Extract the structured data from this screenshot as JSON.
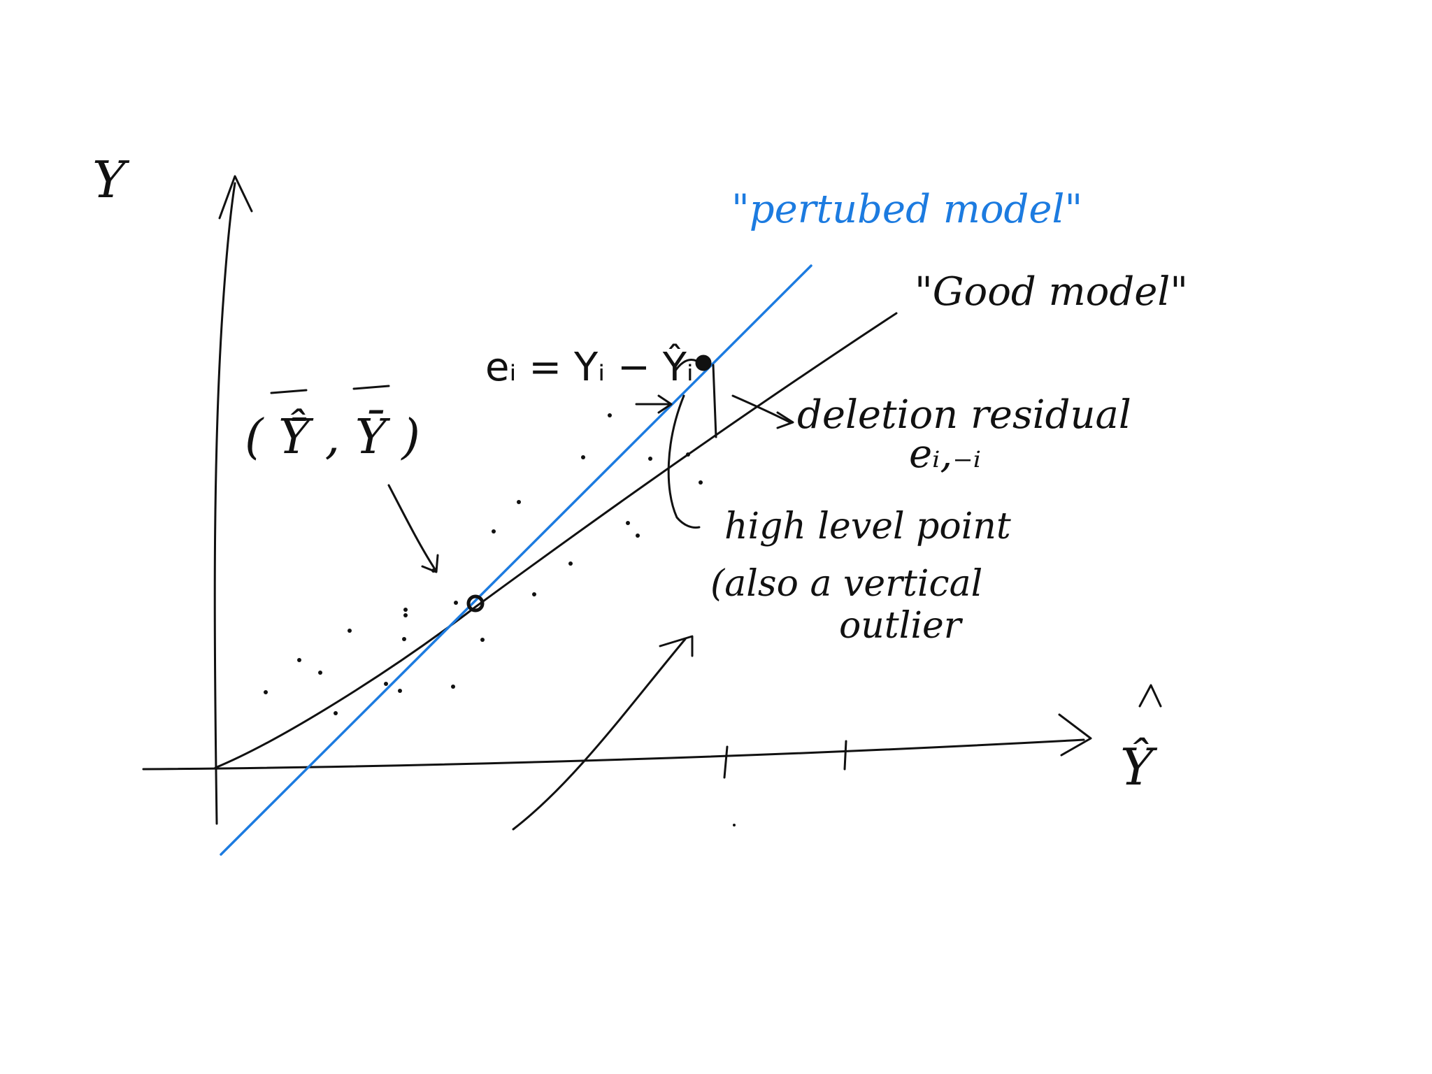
{
  "axes": {
    "y_label": "Y",
    "x_label": "Ŷ"
  },
  "labels": {
    "mean_point": "( Ŷ̄ , Ȳ )",
    "residual": "eᵢ = Yᵢ − Ŷᵢ",
    "perturbed_model": "\"pertubed model\"",
    "good_model": "\"Good model\"",
    "deletion_residual": "deletion residual",
    "deletion_residual_symbol": "eᵢ,₋ᵢ",
    "high_level_line1": "high level point",
    "high_level_line2": "(also a vertical",
    "high_level_line3": "outlier"
  },
  "colors": {
    "ink": "#111111",
    "perturbed_line": "#1c7be0"
  }
}
